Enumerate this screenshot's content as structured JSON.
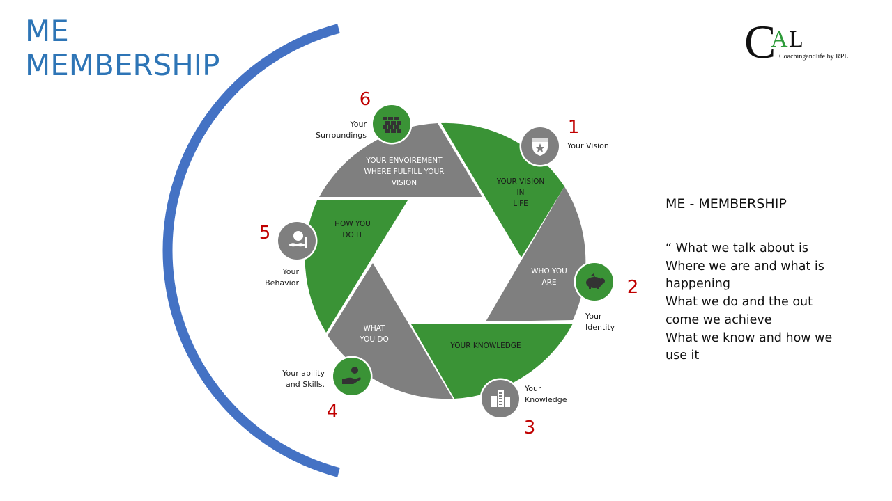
{
  "slide": {
    "title_line1": "ME",
    "title_line2": "MEMBERSHIP"
  },
  "logo": {
    "c": "C",
    "a": "A",
    "l": "L",
    "tagline": "Coachingandlife by RPL"
  },
  "colors": {
    "green": "#3a9336",
    "gray": "#7f7f7f",
    "arc": "#4472c4",
    "number": "#c00000",
    "title": "#2e75b6"
  },
  "segments": [
    {
      "lines": [
        "YOUR VISION",
        "IN",
        "LIFE"
      ],
      "color": "green"
    },
    {
      "lines": [
        "WHO YOU",
        "ARE"
      ],
      "color": "gray"
    },
    {
      "lines": [
        "YOUR KNOWLEDGE"
      ],
      "color": "green"
    },
    {
      "lines": [
        "WHAT",
        "YOU  DO"
      ],
      "color": "gray"
    },
    {
      "lines": [
        "HOW YOU",
        "DO IT"
      ],
      "color": "green"
    },
    {
      "lines": [
        "YOUR ENVOIREMENT",
        "WHERE FULFILL YOUR",
        "VISION"
      ],
      "color": "gray"
    }
  ],
  "steps": [
    {
      "number": "1",
      "label_lines": [
        "Your Vision"
      ],
      "icon": "shield-star-icon",
      "circle": "gray"
    },
    {
      "number": "2",
      "label_lines": [
        "Your",
        "Identity"
      ],
      "icon": "piggy-bank-icon",
      "circle": "green"
    },
    {
      "number": "3",
      "label_lines": [
        "Your",
        "Knowledge"
      ],
      "icon": "city-buildings-icon",
      "circle": "gray"
    },
    {
      "number": "4",
      "label_lines": [
        "Your ability",
        "and Skills."
      ],
      "icon": "hand-coin-icon",
      "circle": "green"
    },
    {
      "number": "5",
      "label_lines": [
        "Your",
        "Behavior"
      ],
      "icon": "gentleman-icon",
      "circle": "gray"
    },
    {
      "number": "6",
      "label_lines": [
        "Your",
        "Surroundings"
      ],
      "icon": "brick-wall-icon",
      "circle": "green"
    }
  ],
  "side": {
    "heading": "ME - MEMBERSHIP",
    "quote_lines": [
      "“ What we talk about is",
      "Where we are and what is",
      "happening",
      "What we do and the out",
      "come we achieve",
      "What we know and how we",
      "use it"
    ]
  }
}
